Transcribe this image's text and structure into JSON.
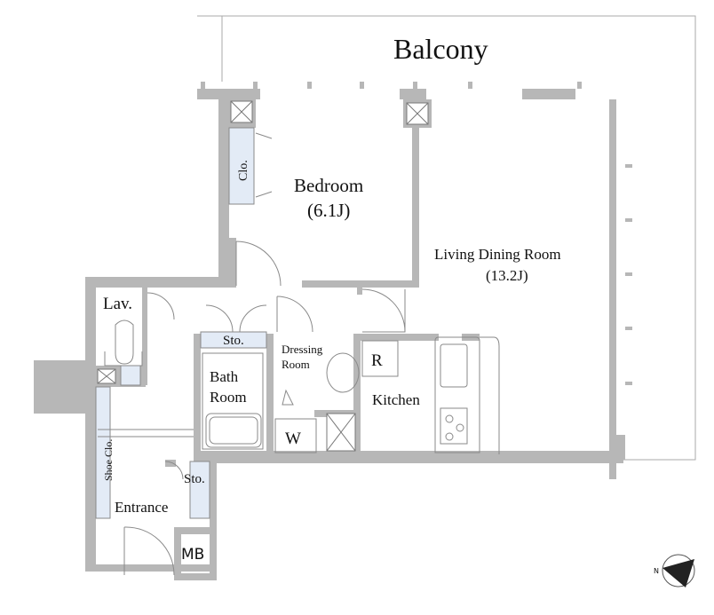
{
  "floor_plan": {
    "outdoor": {
      "balcony": "Balcony"
    },
    "rooms": {
      "bedroom": "Bedroom",
      "bedroom_size": "(6.1J)",
      "living": "Living Dining Room",
      "living_size": "(13.2J)",
      "lavatory": "Lav.",
      "storage_upper": "Sto.",
      "dressing_line1": "Dressing",
      "dressing_line2": "Room",
      "bath_line1": "Bath",
      "bath_line2": "Room",
      "kitchen": "Kitchen",
      "entrance": "Entrance",
      "storage_lower": "Sto.",
      "closet": "Clo.",
      "shoe_closet": "Shoe Clo."
    },
    "fixtures": {
      "refrigerator": "R",
      "washer": "W",
      "meter_box": "MB"
    },
    "compass": {
      "north": "N"
    },
    "colors": {
      "wall": "#b7b7b7",
      "storage": "#e3ebf6",
      "line": "#8a8a8a",
      "text": "#111111"
    }
  }
}
